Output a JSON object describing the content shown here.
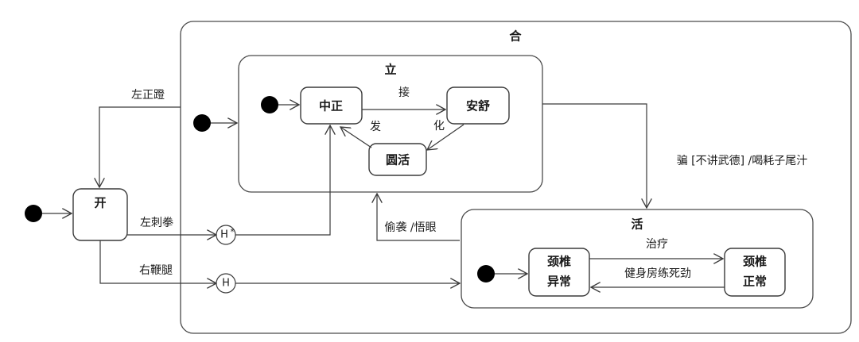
{
  "diagram": {
    "type": "uml-state-machine",
    "background_color": "#ffffff",
    "line_color": "#3a3a3a",
    "text_color": "#1a1a1a"
  },
  "composites": {
    "outer": {
      "label": "合"
    },
    "li": {
      "label": "立"
    },
    "huo": {
      "label": "活"
    }
  },
  "states": {
    "kai": {
      "label": "开"
    },
    "zhongzheng": {
      "label": "中正"
    },
    "anshu": {
      "label": "安舒"
    },
    "yuanhuo": {
      "label": "圆活"
    },
    "jingzhui_yichang_line1": {
      "label": "颈椎"
    },
    "jingzhui_yichang_line2": {
      "label": "异常"
    },
    "jingzhui_zhengchang_line1": {
      "label": "颈椎"
    },
    "jingzhui_zhengchang_line2": {
      "label": "正常"
    }
  },
  "pseudostates": {
    "deep_history": {
      "label": "H",
      "marker": "*"
    },
    "shallow_history": {
      "label": "H"
    }
  },
  "transitions": {
    "zuo_zheng_deng": {
      "label": "左正蹬"
    },
    "zuo_ci_quan": {
      "label": "左刺拳"
    },
    "you_bian_tui": {
      "label": "右鞭腿"
    },
    "jie": {
      "label": "接"
    },
    "hua": {
      "label": "化"
    },
    "fa": {
      "label": "发"
    },
    "zhiliao": {
      "label": "治疗"
    },
    "jianshenfang": {
      "label": "健身房练死劲"
    },
    "tou_xi": {
      "label": "偷袭 /悟眼"
    },
    "pian": {
      "label": "骗 [不讲武德] /喝耗子尾汁"
    }
  }
}
